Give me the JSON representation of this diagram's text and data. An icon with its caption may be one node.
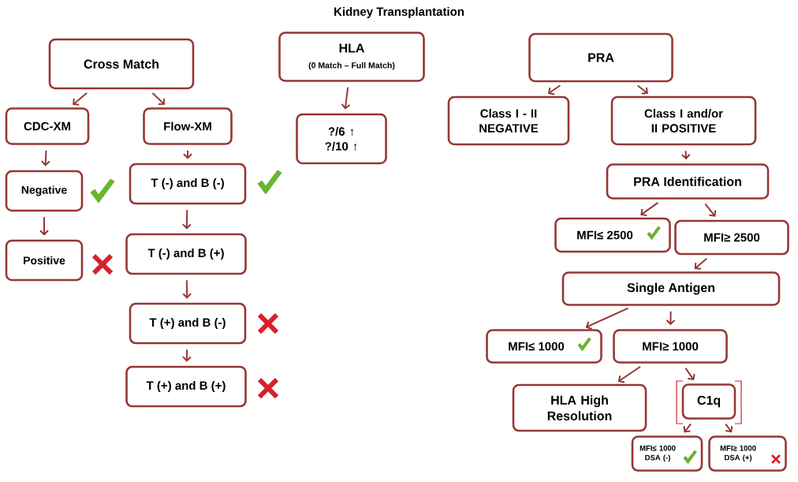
{
  "diagram": {
    "title": "Kidney Transplantation",
    "nodes": [
      {
        "text": [
          "Cross Match"
        ]
      },
      {
        "text": [
          "CDC-XM"
        ]
      },
      {
        "text": [
          "Flow-XM"
        ]
      },
      {
        "text": [
          "Negative"
        ]
      },
      {
        "text": [
          "Positive"
        ]
      },
      {
        "text": [
          "T (-) and B (-)"
        ]
      },
      {
        "text": [
          "T (-) and B (+)"
        ]
      },
      {
        "text": [
          "T (+) and B (-)"
        ]
      },
      {
        "text": [
          "T (+) and B (+)"
        ]
      },
      {
        "text": [
          "HLA",
          "(0 Match – Full Match)"
        ]
      },
      {
        "text": [
          "?/6 ↑ ?/10 ↑"
        ]
      },
      {
        "text": [
          "PRA"
        ]
      },
      {
        "text": [
          "Class I - II NEGATIVE"
        ]
      },
      {
        "text": [
          "Class I and/or II POSITIVE"
        ]
      },
      {
        "text": [
          "PRA Identification"
        ]
      },
      {
        "text": [
          "MFI≤ 2500"
        ]
      },
      {
        "text": [
          "MFI≥ 2500"
        ]
      },
      {
        "text": [
          "Single Antigen"
        ]
      },
      {
        "text": [
          "MFI≤ 1000"
        ]
      },
      {
        "text": [
          "MFI≥ 1000"
        ]
      },
      {
        "text": [
          "HLA High Resolution"
        ]
      },
      {
        "text": [
          "C1q"
        ]
      },
      {
        "text": [
          "MFI≤ 1000 DSA (-)"
        ]
      },
      {
        "text": [
          "MFI≥ 1000 DSA (+)"
        ]
      }
    ],
    "edges": [
      {
        "from": 0,
        "to": 1,
        "arrow": "to"
      },
      {
        "from": 0,
        "to": 2,
        "arrow": "to"
      },
      {
        "from": 1,
        "to": 3,
        "arrow": "to"
      },
      {
        "from": 3,
        "to": 4,
        "arrow": "to"
      },
      {
        "from": 2,
        "to": 5,
        "arrow": "to"
      },
      {
        "from": 5,
        "to": 6,
        "arrow": "to"
      },
      {
        "from": 6,
        "to": 7,
        "arrow": "to"
      },
      {
        "from": 7,
        "to": 8,
        "arrow": "to"
      },
      {
        "from": 9,
        "to": 10,
        "arrow": "to"
      },
      {
        "from": 11,
        "to": 12,
        "arrow": "to"
      },
      {
        "from": 11,
        "to": 13,
        "arrow": "to"
      },
      {
        "from": 13,
        "to": 14,
        "arrow": "to"
      },
      {
        "from": 14,
        "to": 15,
        "arrow": "to"
      },
      {
        "from": 14,
        "to": 16,
        "arrow": "to"
      },
      {
        "from": 16,
        "to": 17,
        "arrow": "to"
      },
      {
        "from": 17,
        "to": 18,
        "arrow": "to"
      },
      {
        "from": 17,
        "to": 19,
        "arrow": "to"
      },
      {
        "from": 19,
        "to": 20,
        "arrow": "to"
      },
      {
        "from": 19,
        "to": 21,
        "arrow": "to"
      },
      {
        "from": 21,
        "to": 22,
        "arrow": "to"
      },
      {
        "from": 21,
        "to": 23,
        "arrow": "to"
      }
    ]
  }
}
